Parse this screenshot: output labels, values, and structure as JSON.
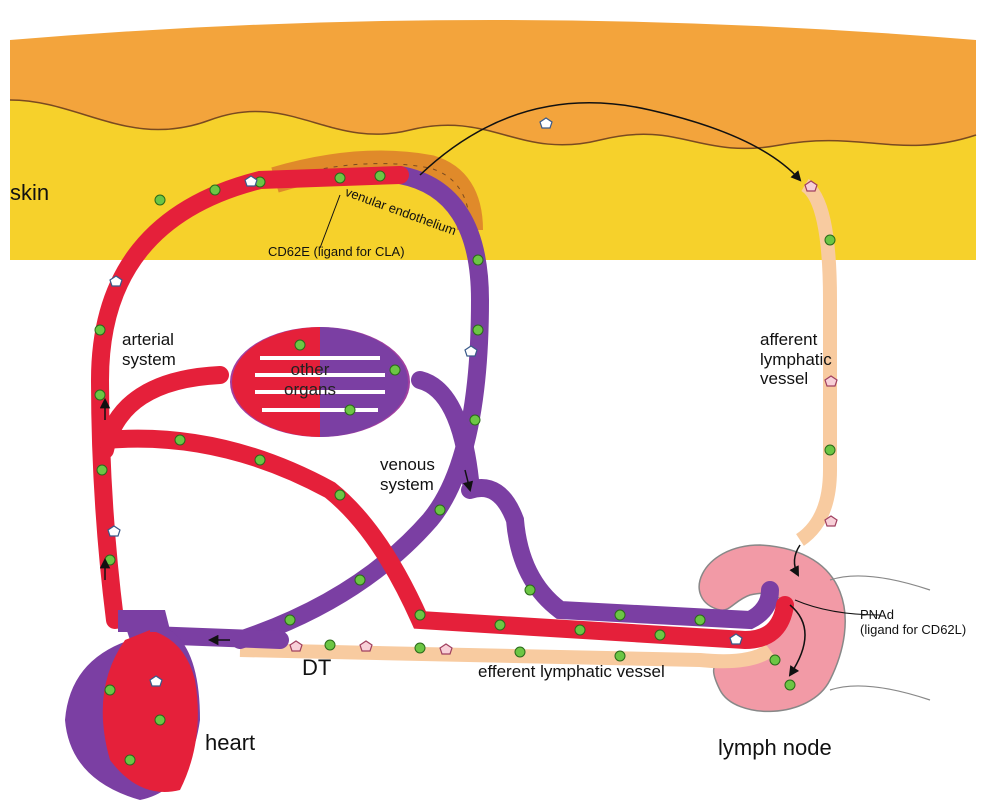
{
  "colors": {
    "skin_upper": "#f3a43c",
    "skin_lower": "#f6d12b",
    "artery": "#e5203a",
    "vein": "#7b3fa3",
    "lymph": "#f8cba0",
    "lymph_node": "#f29aa6",
    "cell_green": "#6cc644"
  },
  "labels": {
    "skin": "skin",
    "cd62e": "CD62E (ligand for CLA)",
    "venular_endothelium": "venular endothelium",
    "arterial_system": "arterial\nsystem",
    "other_organs": "other\norgans",
    "venous_system": "venous\nsystem",
    "afferent_lymphatic_vessel": "afferent\nlymphatic\nvessel",
    "pnad": "PNAd\n(ligand for CD62L)",
    "dt": "DT",
    "efferent_lymphatic_vessel": "efferent lymphatic vessel",
    "heart": "heart",
    "lymph_node": "lymph node"
  },
  "icons": [
    "green-cell-icon",
    "white-lymphocyte-icon",
    "pink-lymphocyte-icon",
    "arrow-head-icon"
  ]
}
